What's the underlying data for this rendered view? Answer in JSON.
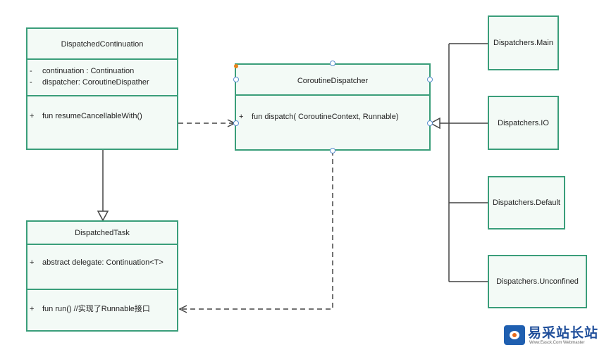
{
  "dispatched_continuation": {
    "name": "DispatchedContinuation",
    "fields": [
      {
        "marker": "-",
        "text": "continuation : Continuation"
      },
      {
        "marker": "-",
        "text": "dispatcher: CoroutineDispather"
      }
    ],
    "methods": [
      {
        "marker": "+",
        "text": "fun resumeCancellableWith()"
      }
    ]
  },
  "dispatched_task": {
    "name": "DispatchedTask",
    "fields": [
      {
        "marker": "+",
        "text": "abstract delegate: Continuation<T>"
      }
    ],
    "methods": [
      {
        "marker": "+",
        "text": "fun run()  //实现了Runnable接口"
      }
    ]
  },
  "coroutine_dispatcher": {
    "name": "CoroutineDispatcher",
    "methods": [
      {
        "marker": "+",
        "text": "fun dispatch( CoroutineContext, Runnable)"
      }
    ]
  },
  "dispatchers": [
    {
      "name": "Dispatchers.Main"
    },
    {
      "name": "Dispatchers.IO"
    },
    {
      "name": "Dispatchers.Default"
    },
    {
      "name": "Dispatchers.Unconfined"
    }
  ],
  "watermark": {
    "text": "易采站长站",
    "sub": "Www.Easck.Com Webmaster"
  },
  "colors": {
    "box_border": "#3a9e7a",
    "box_fill": "#f3faf6",
    "connector": "#444444"
  }
}
